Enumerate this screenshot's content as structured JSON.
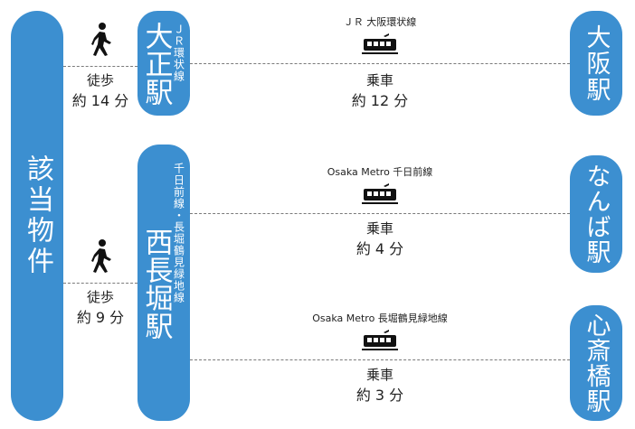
{
  "colors": {
    "accent": "#3c8fd0",
    "line": "#7a7a7a",
    "text": "#222222"
  },
  "property": {
    "label": "該当物件"
  },
  "taisho": {
    "line": "ＪＲ環状線",
    "station": "大正駅"
  },
  "nishinagahori": {
    "line": "千日前線・長堀鶴見緑地線",
    "station": "西長堀駅"
  },
  "walk1": {
    "mode": "徒歩",
    "time": "約 14 分",
    "icon": "walking-person-icon"
  },
  "walk2": {
    "mode": "徒歩",
    "time": "約 9 分",
    "icon": "walking-person-icon"
  },
  "routes": [
    {
      "line": "ＪＲ 大阪環状線",
      "mode": "乗車",
      "time": "約 12 分",
      "icon": "train-icon"
    },
    {
      "line": "Osaka Metro 千日前線",
      "mode": "乗車",
      "time": "約 4 分",
      "icon": "train-icon"
    },
    {
      "line": "Osaka Metro 長堀鶴見緑地線",
      "mode": "乗車",
      "time": "約 3 分",
      "icon": "train-icon"
    }
  ],
  "destinations": [
    {
      "name": "大阪駅"
    },
    {
      "name": "なんば駅"
    },
    {
      "name": "心斎橋駅"
    }
  ]
}
